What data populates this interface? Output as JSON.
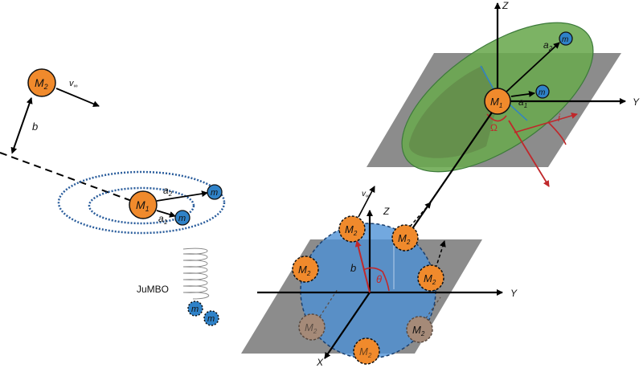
{
  "labels": {
    "M": "M",
    "sub1": "1",
    "sub2": "2",
    "m": "m",
    "v_inf": "v",
    "inf": "∞",
    "b": "b",
    "a": "a",
    "jumbo": "JuMBO",
    "axis_x": "X",
    "axis_y": "Y",
    "axis_z": "Z",
    "omega": "Ω",
    "incl": "i",
    "theta": "θ"
  },
  "colors": {
    "star": "#f08a2c",
    "star_faded": "#a58a78",
    "planet": "#2f82c8",
    "plane": "#8c8c8c",
    "orbit_green": "#6aa84f",
    "sphere_blue": "#4a8fd6",
    "accent_red": "#c0282b",
    "dotted_orbit": "#2a5d9c"
  }
}
